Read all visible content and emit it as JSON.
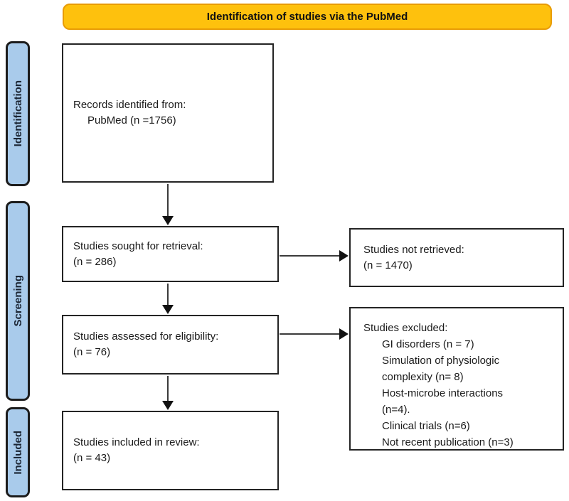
{
  "banner": {
    "title": "Identification of studies via the PubMed"
  },
  "sidebar": {
    "identification": "Identification",
    "screening": "Screening",
    "included": "Included"
  },
  "boxes": {
    "records": {
      "line1": "Records identified from:",
      "line2": "PubMed (n =1756)"
    },
    "sought": {
      "line1": "Studies sought for retrieval:",
      "line2": "(n = 286)"
    },
    "not_retrieved": {
      "line1": "Studies not retrieved:",
      "line2": "(n = 1470)"
    },
    "assessed": {
      "line1": "Studies assessed for eligibility:",
      "line2": "(n = 76)"
    },
    "excluded": {
      "title": "Studies excluded:",
      "lines": [
        "GI disorders (n = 7)",
        "Simulation of physiologic",
        "complexity (n= 8)",
        "Host-microbe interactions",
        "(n=4).",
        "Clinical trials (n=6)",
        "Not recent publication (n=3)"
      ]
    },
    "included_review": {
      "line1": "Studies included in review:",
      "line2": "(n = 43)"
    }
  },
  "colors": {
    "banner_fill": "#FEC10D",
    "banner_border": "#E89B05",
    "sidebar_fill": "#A9CBEB",
    "sidebar_border": "#1C1C1C",
    "box_border": "#242424",
    "arrow": "#1A1A1A",
    "text": "#1A1A1A"
  }
}
